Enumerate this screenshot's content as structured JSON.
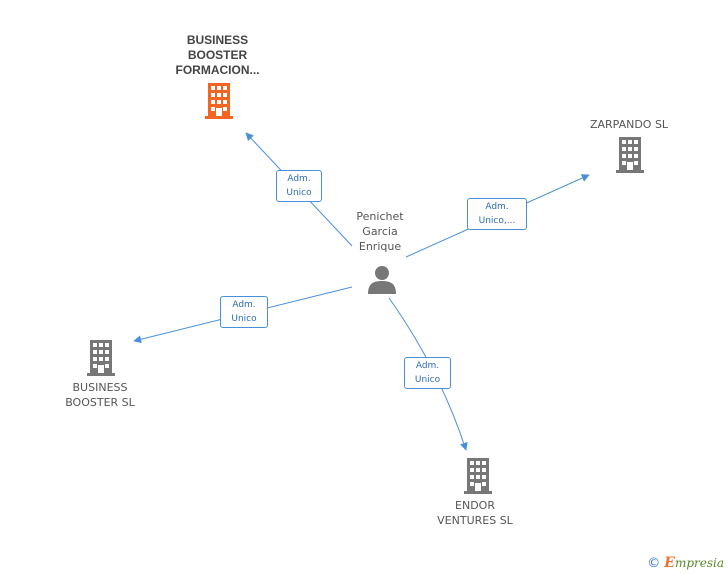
{
  "colors": {
    "edge": "#4a90d9",
    "building_main": "#f26522",
    "building": "#777777",
    "person": "#777777"
  },
  "nodes": {
    "center": {
      "label": "Penichet\nGarcia\nEnrique",
      "icon": "person-icon"
    },
    "business_booster_formacion": {
      "label": "BUSINESS\nBOOSTER\nFORMACION...",
      "icon": "building-icon"
    },
    "zarpando": {
      "label": "ZARPANDO SL",
      "icon": "building-icon"
    },
    "business_booster_sl": {
      "label": "BUSINESS\nBOOSTER SL",
      "icon": "building-icon"
    },
    "endor_ventures": {
      "label": "ENDOR\nVENTURES  SL",
      "icon": "building-icon"
    }
  },
  "edges": [
    {
      "id": "to-formacion",
      "label": "Adm.\nUnico"
    },
    {
      "id": "to-zarpando",
      "label": "Adm.\nUnico,..."
    },
    {
      "id": "to-booster-sl",
      "label": "Adm.\nUnico"
    },
    {
      "id": "to-endor",
      "label": "Adm.\nUnico"
    }
  ],
  "brand": {
    "copyright": "©",
    "name_initial": "E",
    "name_rest": "mpresia"
  }
}
